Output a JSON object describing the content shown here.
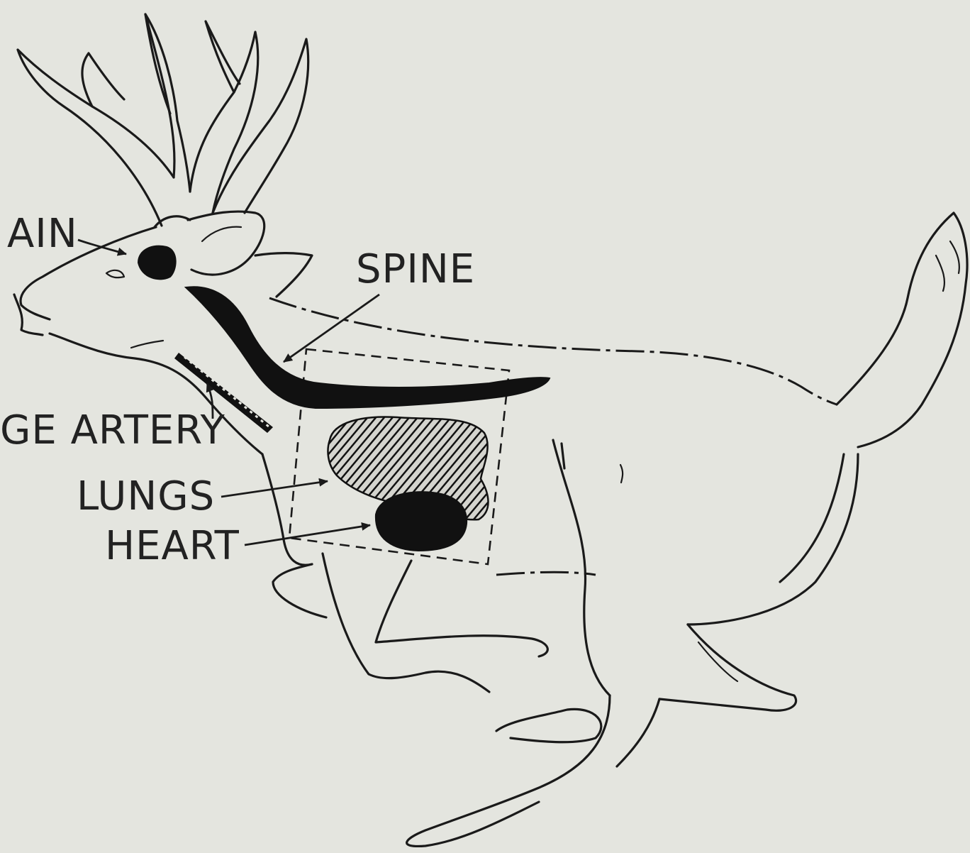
{
  "labels": {
    "brain": "AIN",
    "spine": "SPINE",
    "artery": "GE ARTERY",
    "lungs": "LUNGS",
    "heart": "HEART"
  },
  "colors": {
    "paper": "#e4e5df",
    "ink": "#1a1a1a"
  }
}
